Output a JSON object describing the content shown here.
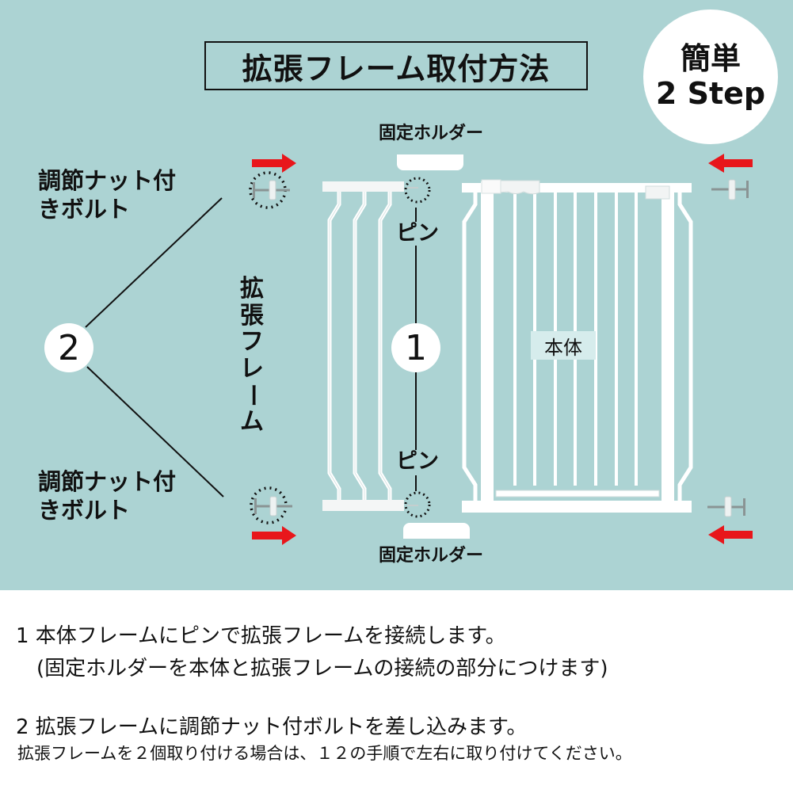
{
  "header": {
    "title": "拡張フレーム取付方法",
    "badge_line1": "簡単",
    "badge_line2": "2 Step"
  },
  "diagram": {
    "bolt_label_top": [
      "調節ナット付",
      "きボルト"
    ],
    "bolt_label_bottom": [
      "調節ナット付",
      "きボルト"
    ],
    "step2_number": "2",
    "step1_number": "1",
    "extension_frame_vertical": [
      "拡",
      "張",
      "フ",
      "レ",
      "ー",
      "ム"
    ],
    "holder_label_top": "固定ホルダー",
    "holder_label_bottom": "固定ホルダー",
    "pin_label_top": "ピン",
    "pin_label_bottom": "ピン",
    "main_body_label": "本体",
    "colors": {
      "background": "#acd3d3",
      "arrow": "#e8161b",
      "frame": "#ffffff",
      "text": "#111111"
    },
    "icons": {
      "arrows": [
        "arrow-right-icon",
        "arrow-right-icon",
        "arrow-left-icon",
        "arrow-left-icon"
      ],
      "bolts": [
        "bolt-icon",
        "bolt-icon",
        "bolt-icon",
        "bolt-icon"
      ]
    }
  },
  "instructions": {
    "step1_main": "1 本体フレームにピンで拡張フレームを接続します。",
    "step1_note": "(固定ホルダーを本体と拡張フレームの接続の部分につけます)",
    "step2_main": "2 拡張フレームに調節ナット付ボルトを差し込みます。",
    "note": "拡張フレームを２個取り付ける場合は、１２の手順で左右に取り付けてください。"
  }
}
